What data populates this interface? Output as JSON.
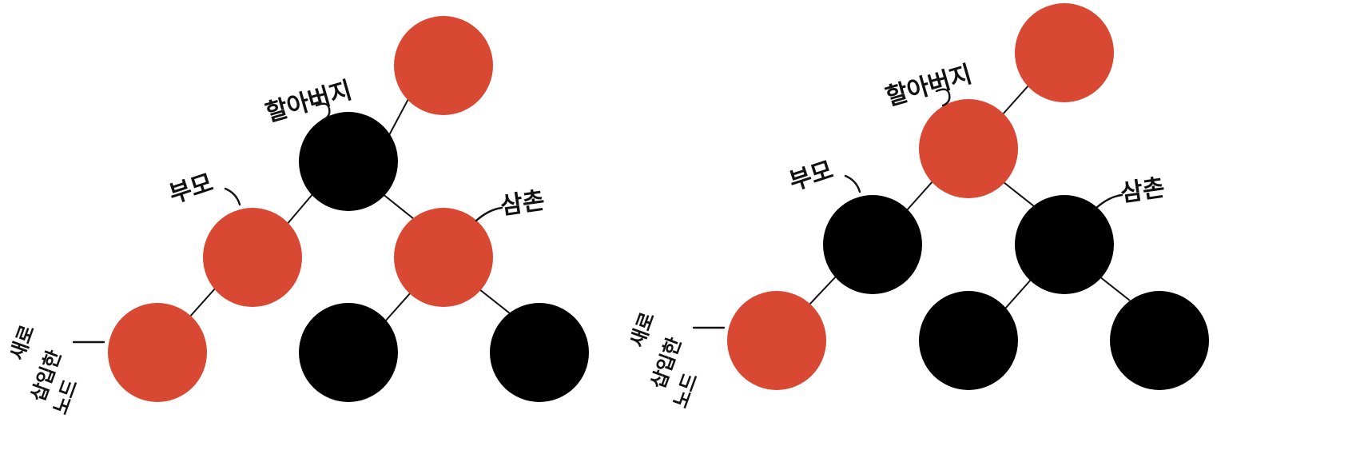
{
  "colors": {
    "red_node": "#D94833",
    "black_node": "#000000",
    "edge": "#111111",
    "background": "#FFFFFF"
  },
  "diagrams": [
    {
      "id": "before-recolor",
      "nodes": [
        {
          "id": "uncle-parent-top",
          "color": "red"
        },
        {
          "id": "grandparent",
          "color": "black"
        },
        {
          "id": "parent",
          "color": "red"
        },
        {
          "id": "uncle",
          "color": "red"
        },
        {
          "id": "new-node",
          "color": "red"
        },
        {
          "id": "uncle-left-child",
          "color": "black"
        },
        {
          "id": "uncle-right-child",
          "color": "black"
        }
      ],
      "labels": {
        "grandparent": "할아버지",
        "parent": "부모",
        "uncle": "삼촌",
        "new_node_line1": "새로",
        "new_node_line2": "삽입한",
        "new_node_line3": "노드"
      }
    },
    {
      "id": "after-recolor",
      "nodes": [
        {
          "id": "uncle-parent-top",
          "color": "red"
        },
        {
          "id": "grandparent",
          "color": "red"
        },
        {
          "id": "parent",
          "color": "black"
        },
        {
          "id": "uncle",
          "color": "black"
        },
        {
          "id": "new-node",
          "color": "red"
        },
        {
          "id": "uncle-left-child",
          "color": "black"
        },
        {
          "id": "uncle-right-child",
          "color": "black"
        }
      ],
      "labels": {
        "grandparent": "할아버지",
        "parent": "부모",
        "uncle": "삼촌",
        "new_node_line1": "새로",
        "new_node_line2": "삽입한",
        "new_node_line3": "노드"
      }
    }
  ]
}
